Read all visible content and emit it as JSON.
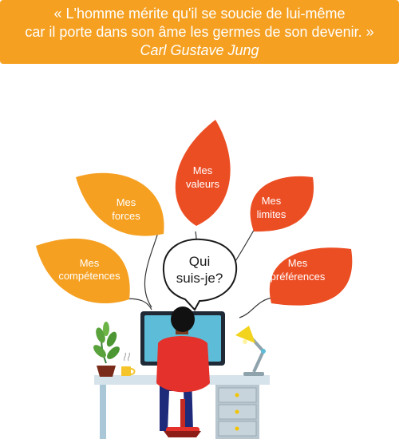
{
  "quote": {
    "line1": "« L'homme mérite qu'il se soucie de lui-même",
    "line2": "car il porte dans son âme les germes de son devenir. »",
    "author": "Carl Gustave Jung"
  },
  "leaves": {
    "competences": {
      "line1": "Mes",
      "line2": "compétences"
    },
    "forces": {
      "line1": "Mes",
      "line2": "forces"
    },
    "valeurs": {
      "line1": "Mes",
      "line2": "valeurs"
    },
    "limites": {
      "line1": "Mes",
      "line2": "limites"
    },
    "preferences": {
      "line1": "Mes",
      "line2": "préférences"
    }
  },
  "bubble": {
    "line1": "Qui",
    "line2": "suis-je?"
  },
  "colors": {
    "orange": "#f5a021",
    "red": "#ec4e24",
    "banner": "#f5a021"
  }
}
